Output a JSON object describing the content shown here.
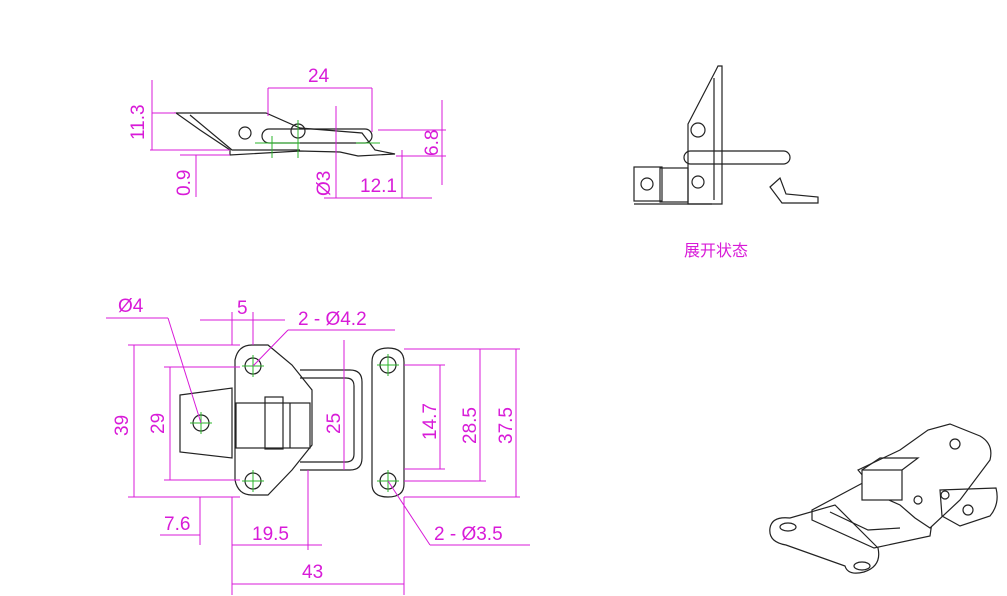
{
  "caption": "展开状态",
  "side_view": {
    "dim_length": "24",
    "dim_height": "11.3",
    "dim_thickness": "0.9",
    "dim_pin_dia": "Ø3",
    "dim_offset": "12.1",
    "dim_right_height": "6.8"
  },
  "top_view": {
    "dim_hole_left": "Ø4",
    "dim_tab_width": "5",
    "dim_holes_large": "2 - Ø4.2",
    "dim_height_39": "39",
    "dim_height_29": "29",
    "dim_height_25": "25",
    "dim_height_14_7": "14.7",
    "dim_height_28_5": "28.5",
    "dim_height_37_5": "37.5",
    "dim_7_6": "7.6",
    "dim_19_5": "19.5",
    "dim_43": "43",
    "dim_holes_small": "2 - Ø3.5"
  },
  "colors": {
    "dimension": "#d81bd8",
    "centerline": "#2bb52b",
    "outline": "#222222"
  }
}
